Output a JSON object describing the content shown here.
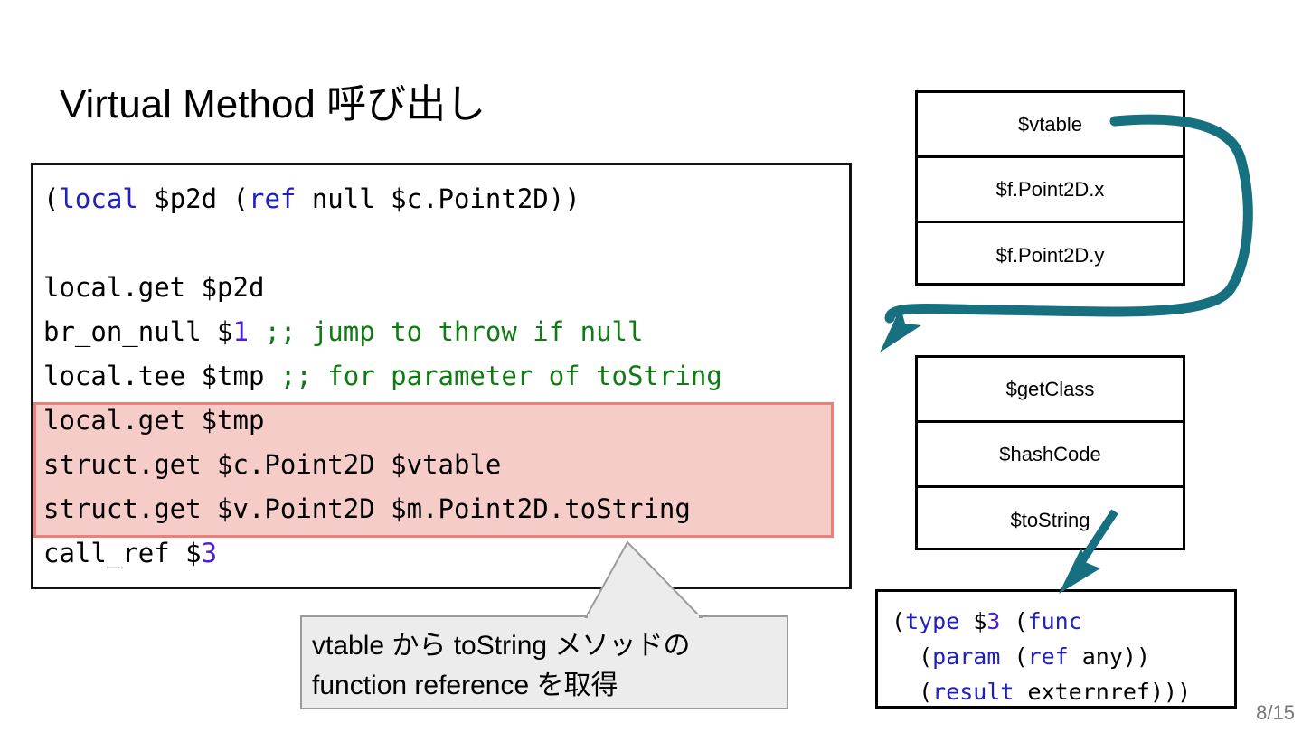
{
  "slide": {
    "title": "Virtual Method 呼び出し",
    "page_number": "8/15",
    "accent_color": "#17707f",
    "highlight_fill": "#f6ccc8",
    "highlight_border": "#ec8078",
    "keyword_color": "#2020c0",
    "comment_color": "#0f7b12",
    "number_color": "#4a1fd6"
  },
  "code_block": {
    "lines": [
      [
        {
          "t": "(",
          "c": "plain"
        },
        {
          "t": "local",
          "c": "kw"
        },
        {
          "t": " $p2d (",
          "c": "plain"
        },
        {
          "t": "ref",
          "c": "kw"
        },
        {
          "t": " null $c.Point2D))",
          "c": "plain"
        }
      ],
      [
        {
          "t": "",
          "c": "plain"
        }
      ],
      [
        {
          "t": "local.get $p2d",
          "c": "plain"
        }
      ],
      [
        {
          "t": "br_on_null $",
          "c": "plain"
        },
        {
          "t": "1",
          "c": "num"
        },
        {
          "t": " ",
          "c": "plain"
        },
        {
          "t": ";; jump to throw if null",
          "c": "cmt"
        }
      ],
      [
        {
          "t": "local.tee $tmp ",
          "c": "plain"
        },
        {
          "t": ";; for parameter of toString",
          "c": "cmt"
        }
      ],
      [
        {
          "t": "local.get $tmp",
          "c": "plain"
        }
      ],
      [
        {
          "t": "struct.get $c.Point2D $vtable",
          "c": "plain"
        }
      ],
      [
        {
          "t": "struct.get $v.Point2D $m.Point2D.toString",
          "c": "plain"
        }
      ],
      [
        {
          "t": "call_ref $",
          "c": "plain"
        },
        {
          "t": "3",
          "c": "num"
        }
      ]
    ],
    "highlighted_lines": [
      5,
      6,
      7
    ]
  },
  "struct_tables": [
    {
      "name": "object-layout",
      "rows": [
        "$vtable",
        "$f.Point2D.x",
        "$f.Point2D.y"
      ]
    },
    {
      "name": "vtable-layout",
      "rows": [
        "$getClass",
        "$hashCode",
        "$toString"
      ]
    }
  ],
  "type_block": {
    "lines": [
      [
        {
          "t": "(",
          "c": "plain"
        },
        {
          "t": "type",
          "c": "kw"
        },
        {
          "t": " $",
          "c": "plain"
        },
        {
          "t": "3",
          "c": "num"
        },
        {
          "t": " (",
          "c": "plain"
        },
        {
          "t": "func",
          "c": "kw"
        }
      ],
      [
        {
          "t": "  (",
          "c": "plain"
        },
        {
          "t": "param",
          "c": "kw"
        },
        {
          "t": " (",
          "c": "plain"
        },
        {
          "t": "ref",
          "c": "kw"
        },
        {
          "t": " any))",
          "c": "plain"
        }
      ],
      [
        {
          "t": "  (",
          "c": "plain"
        },
        {
          "t": "result",
          "c": "kw"
        },
        {
          "t": " externref)))",
          "c": "plain"
        }
      ]
    ]
  },
  "callout": {
    "text": "vtable から toString メソッドの\nfunction reference を取得"
  }
}
